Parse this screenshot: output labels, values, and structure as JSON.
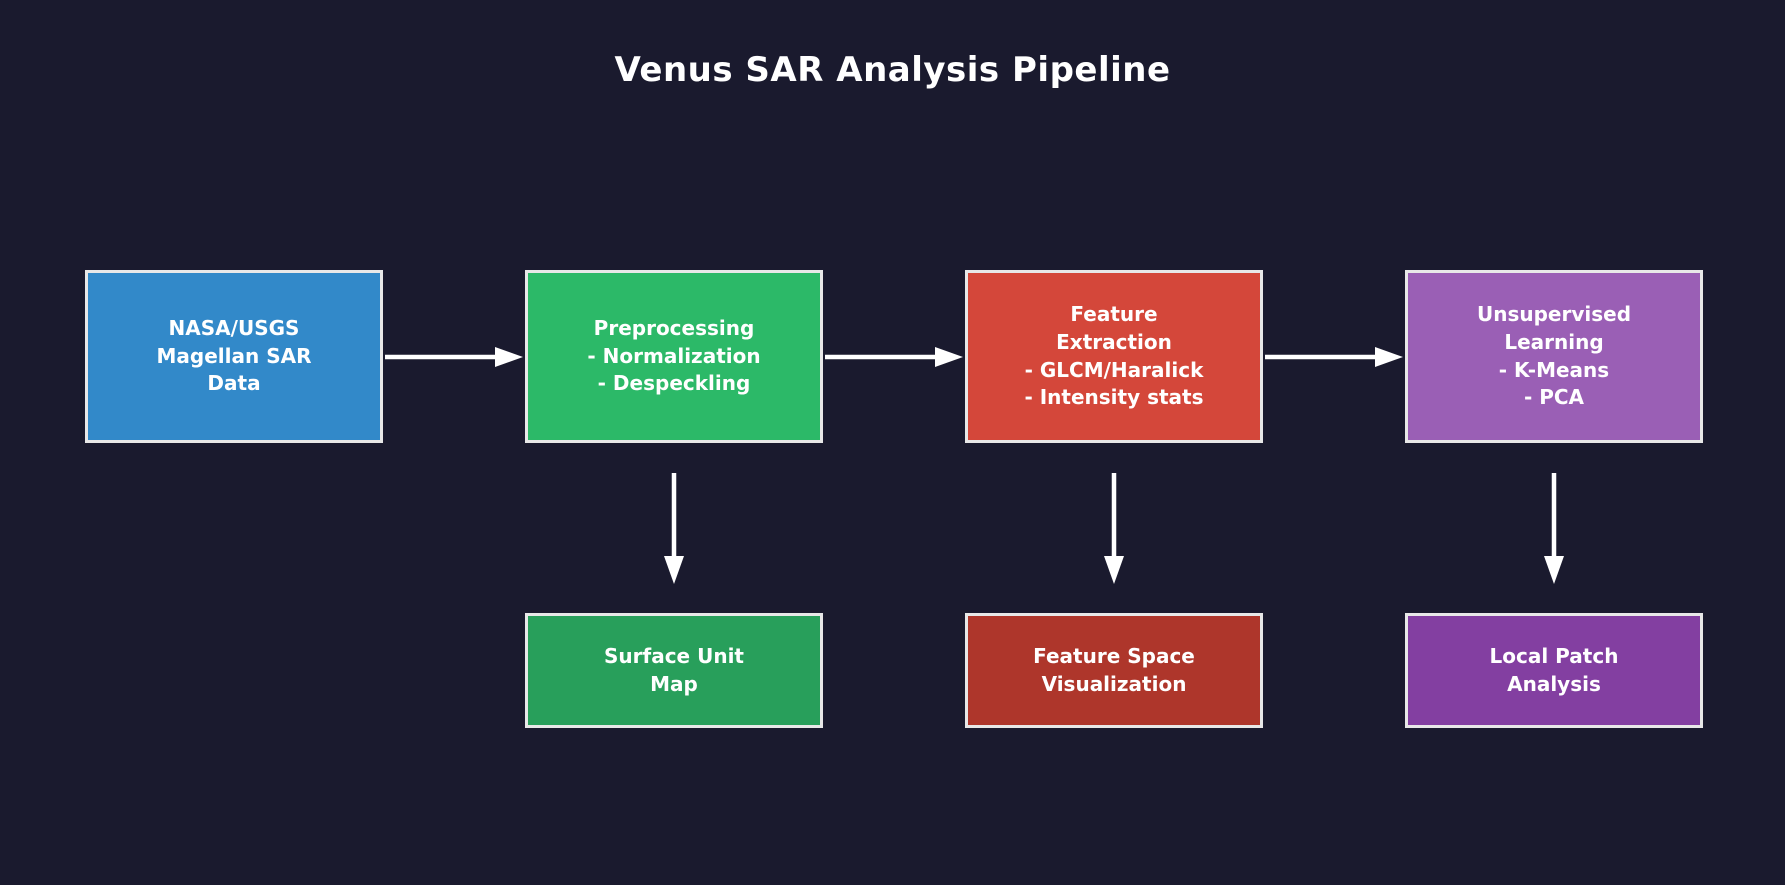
{
  "title": "Venus SAR Analysis Pipeline",
  "canvas": {
    "background": "#1a1a2e",
    "box_border": "#e8e8e8",
    "text_color": "#ffffff",
    "arrow_color": "#ffffff"
  },
  "pipeline": {
    "stages": [
      {
        "id": "input",
        "label": "NASA/USGS\nMagellan SAR\nData",
        "color": "#3289c9"
      },
      {
        "id": "preprocessing",
        "label": "Preprocessing\n- Normalization\n- Despeckling",
        "color": "#2cb968"
      },
      {
        "id": "feature-extraction",
        "label": "Feature\nExtraction\n- GLCM/Haralick\n- Intensity stats",
        "color": "#d4473a"
      },
      {
        "id": "unsupervised-learning",
        "label": "Unsupervised\nLearning\n- K-Means\n- PCA",
        "color": "#9a5fb5"
      }
    ],
    "outputs": [
      {
        "id": "surface-unit-map",
        "label": "Surface Unit\nMap",
        "color": "#289f5b"
      },
      {
        "id": "feature-space-visualization",
        "label": "Feature Space\nVisualization",
        "color": "#ae362b"
      },
      {
        "id": "local-patch-analysis",
        "label": "Local Patch\nAnalysis",
        "color": "#833fa1"
      }
    ],
    "flows": [
      "input -> preprocessing",
      "preprocessing -> feature-extraction",
      "feature-extraction -> unsupervised-learning",
      "preprocessing -> surface-unit-map",
      "feature-extraction -> feature-space-visualization",
      "unsupervised-learning -> local-patch-analysis"
    ]
  }
}
